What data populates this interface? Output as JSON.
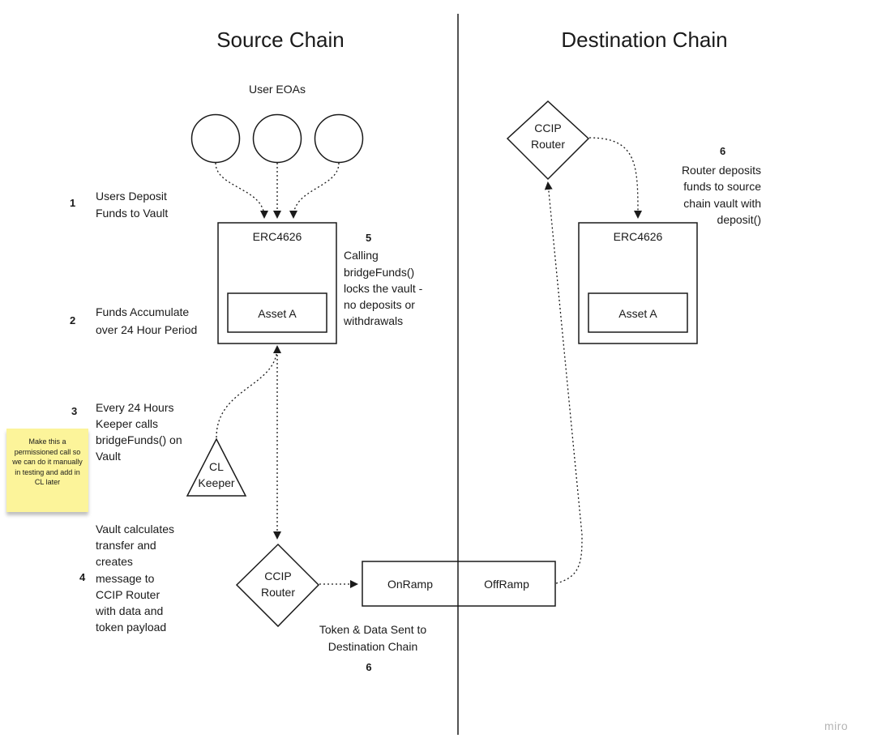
{
  "titles": {
    "source": "Source Chain",
    "destination": "Destination Chain"
  },
  "source": {
    "user_eoas_label": "User EOAs",
    "vault_label": "ERC4626",
    "asset_label": "Asset A",
    "keeper_label": [
      "CL",
      "Keeper"
    ],
    "router_label": [
      "CCIP",
      "Router"
    ]
  },
  "bridge": {
    "onramp_label": "OnRamp",
    "offramp_label": "OffRamp",
    "caption": [
      "Token & Data Sent to",
      "Destination Chain"
    ],
    "caption_number": "6"
  },
  "destination": {
    "router_label": [
      "CCIP",
      "Router"
    ],
    "vault_label": "ERC4626",
    "asset_label": "Asset A"
  },
  "steps": [
    {
      "number": "1",
      "text": [
        "Users Deposit",
        "Funds to Vault"
      ]
    },
    {
      "number": "2",
      "text": [
        "Funds Accumulate",
        "over 24 Hour Period"
      ]
    },
    {
      "number": "3",
      "text": [
        "Every 24 Hours",
        "Keeper calls",
        "bridgeFunds() on",
        "Vault"
      ]
    },
    {
      "number": "4",
      "text": [
        "Vault calculates",
        "transfer and",
        "creates",
        "message to",
        "CCIP Router",
        "with data and",
        "token payload"
      ]
    },
    {
      "number": "5",
      "text": [
        "Calling",
        "bridgeFunds()",
        "locks the vault -",
        "no deposits or",
        "withdrawals"
      ]
    },
    {
      "number": "6",
      "text": [
        "Router deposits",
        "funds to source",
        "chain vault with",
        "deposit()"
      ]
    }
  ],
  "sticky_note": "Make this a permissioned call so we can do it manually in testing and add in CL later",
  "watermark": "miro",
  "colors": {
    "stroke": "#1a1a1a",
    "sticky": "#fcf49a",
    "watermark": "#b5b5b5"
  }
}
